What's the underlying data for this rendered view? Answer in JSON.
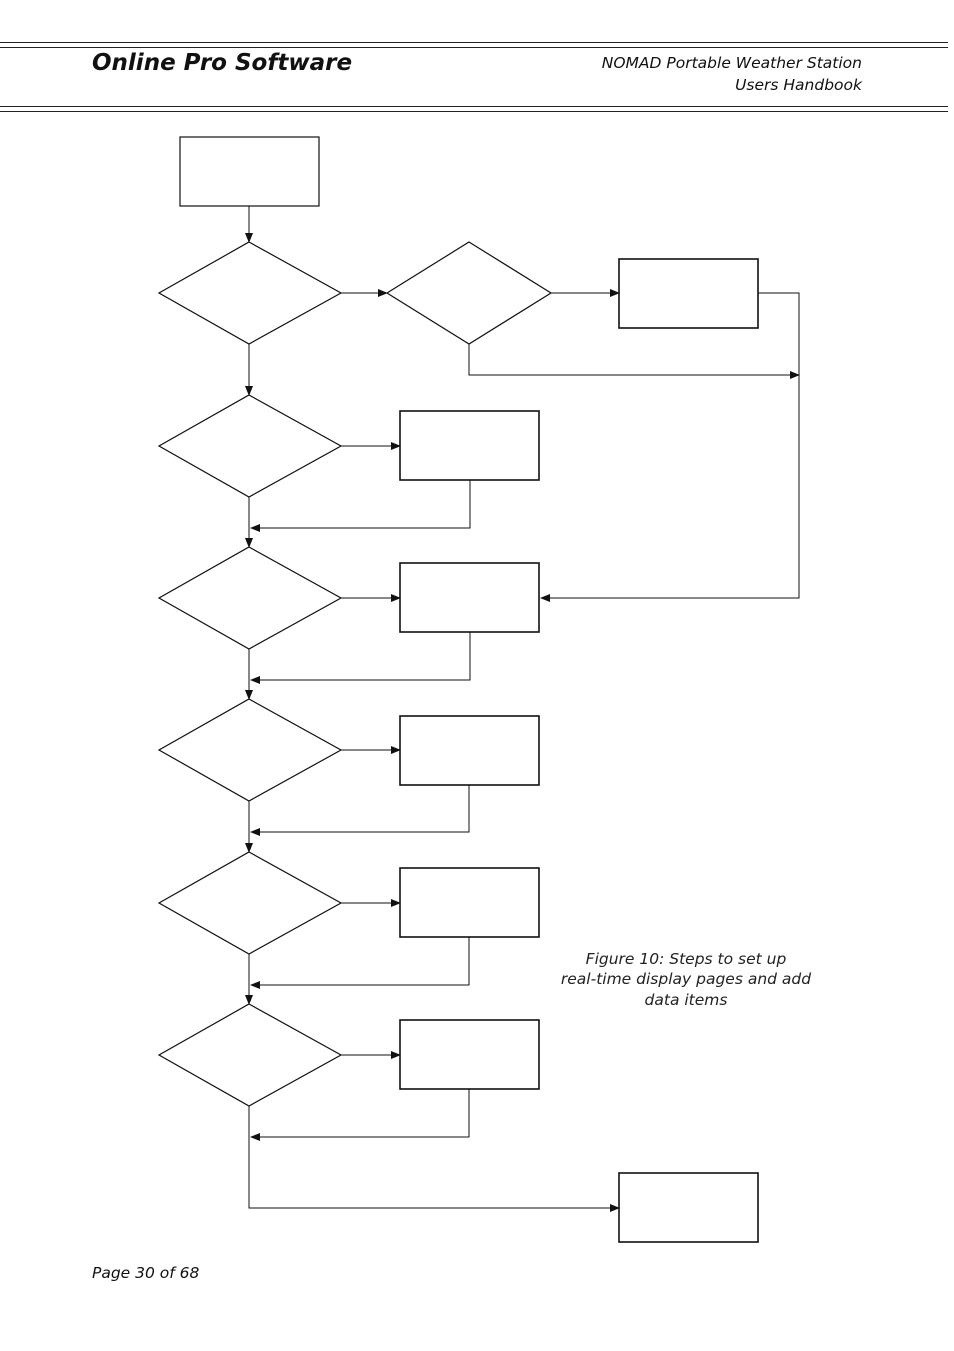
{
  "header": {
    "title": "Online Pro Software",
    "subtitle_line1": "NOMAD Portable Weather Station",
    "subtitle_line2": "Users Handbook"
  },
  "figure": {
    "caption_line1": "Figure 10: Steps to set up",
    "caption_line2": "real-time display pages and add",
    "caption_line3": "data items"
  },
  "footer": {
    "page_label": "Page 30 of 68"
  }
}
